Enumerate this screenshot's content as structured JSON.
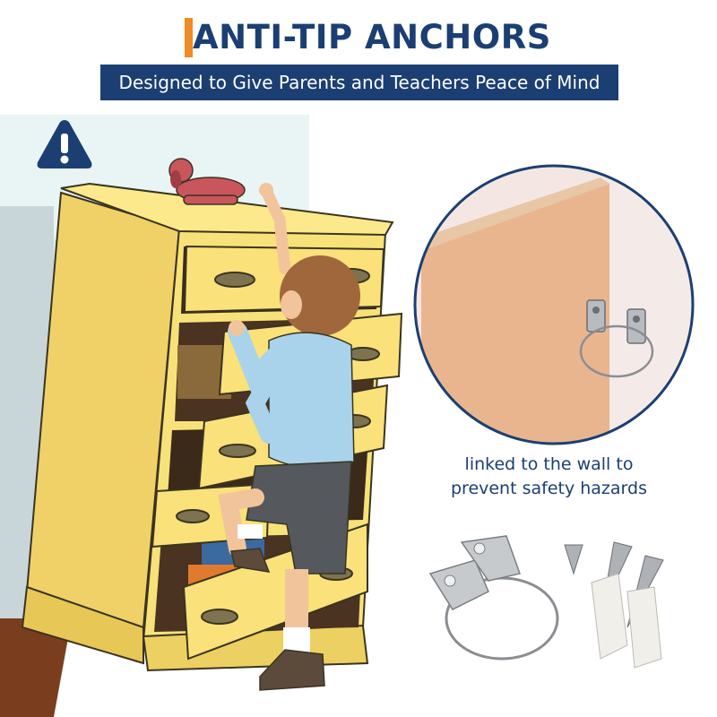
{
  "header": {
    "title": "ANTI-TIP ANCHORS",
    "subtitle": "Designed to Give Parents and Teachers Peace of Mind"
  },
  "caption": {
    "line1": "linked to the wall to",
    "line2": "prevent safety hazards"
  },
  "icons": {
    "warning": "warning-icon",
    "accent_bar": "accent-bar"
  },
  "colors": {
    "brand_navy": "#1b3f73",
    "accent_orange": "#f08a24",
    "dresser_yellow": "#f7e27a",
    "wall_teal": "#cfe6e6",
    "door_wood": "#e9b58f"
  }
}
